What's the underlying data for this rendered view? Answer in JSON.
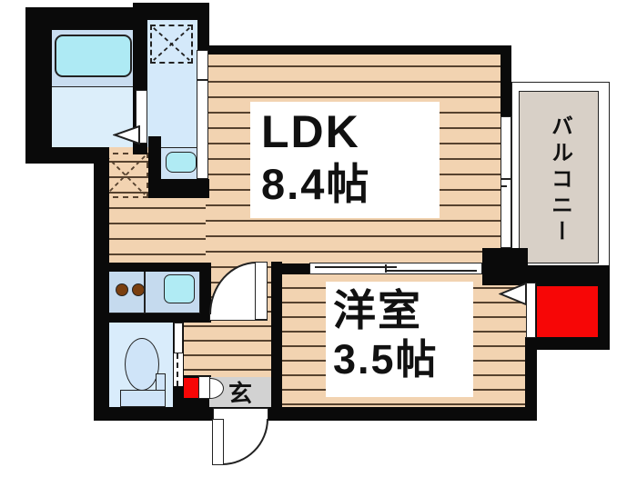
{
  "plan": {
    "type": "apartment-floorplan",
    "rooms": {
      "ldk": {
        "name": "LDK",
        "size": "8.4帖"
      },
      "western": {
        "name": "洋室",
        "size": "3.5帖"
      },
      "balcony": {
        "name": "バルコニー"
      },
      "entrance": {
        "name": "玄"
      }
    },
    "icons": [
      "bathtub-icon",
      "washing-machine-space-icon",
      "washbasin-icon",
      "refrigerator-space-icon",
      "kitchen-sink-icon",
      "stove-burners-icon",
      "toilet-icon",
      "door-swing-arc-icon",
      "sliding-window-icon",
      "door-direction-triangle-icon",
      "red-marker"
    ]
  },
  "colors": {
    "wall": "#0a0a0a",
    "outline": "#222222",
    "wood": "#f2d3b1",
    "wood_line": "#56422f",
    "bath_zone": "#c9ddf0",
    "bath_floor": "#dceefa",
    "bathtub": "#aeeaf4",
    "washroom": "#d4e9fa",
    "basin_zone": "#cfe3f5",
    "fixture_cyan": "#b0ebf4",
    "kitchen": "#c5daee",
    "toilet_room": "#d9ecfb",
    "toilet_fixture": "#cfe4f8",
    "balcony": "#d8d0c7",
    "entrance_floor": "#d2d2d2",
    "red_marker": "#f70606",
    "burner": "#7a3f10",
    "label_bg": "#ffffff",
    "text": "#111111"
  }
}
